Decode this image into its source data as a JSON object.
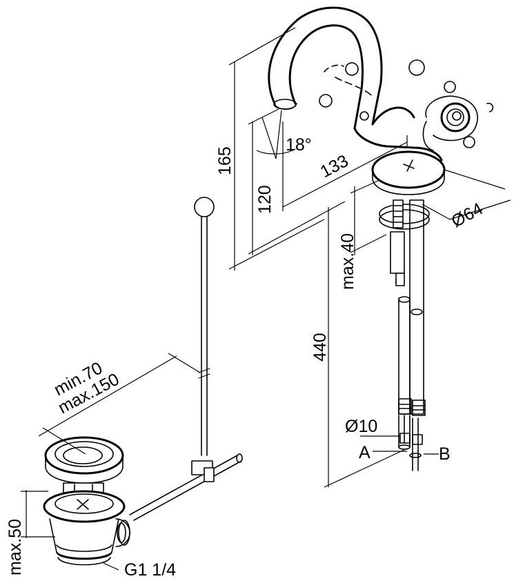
{
  "labels": {
    "h165": "165",
    "h120": "120",
    "angle": "18°",
    "d133": "133",
    "d64": "Ø64",
    "max40": "max.40",
    "h440": "440",
    "d10": "Ø10",
    "a": "A",
    "b": "B",
    "min70": "min.70",
    "max150": "max.150",
    "max50": "max.50",
    "thread": "G1 1/4"
  }
}
